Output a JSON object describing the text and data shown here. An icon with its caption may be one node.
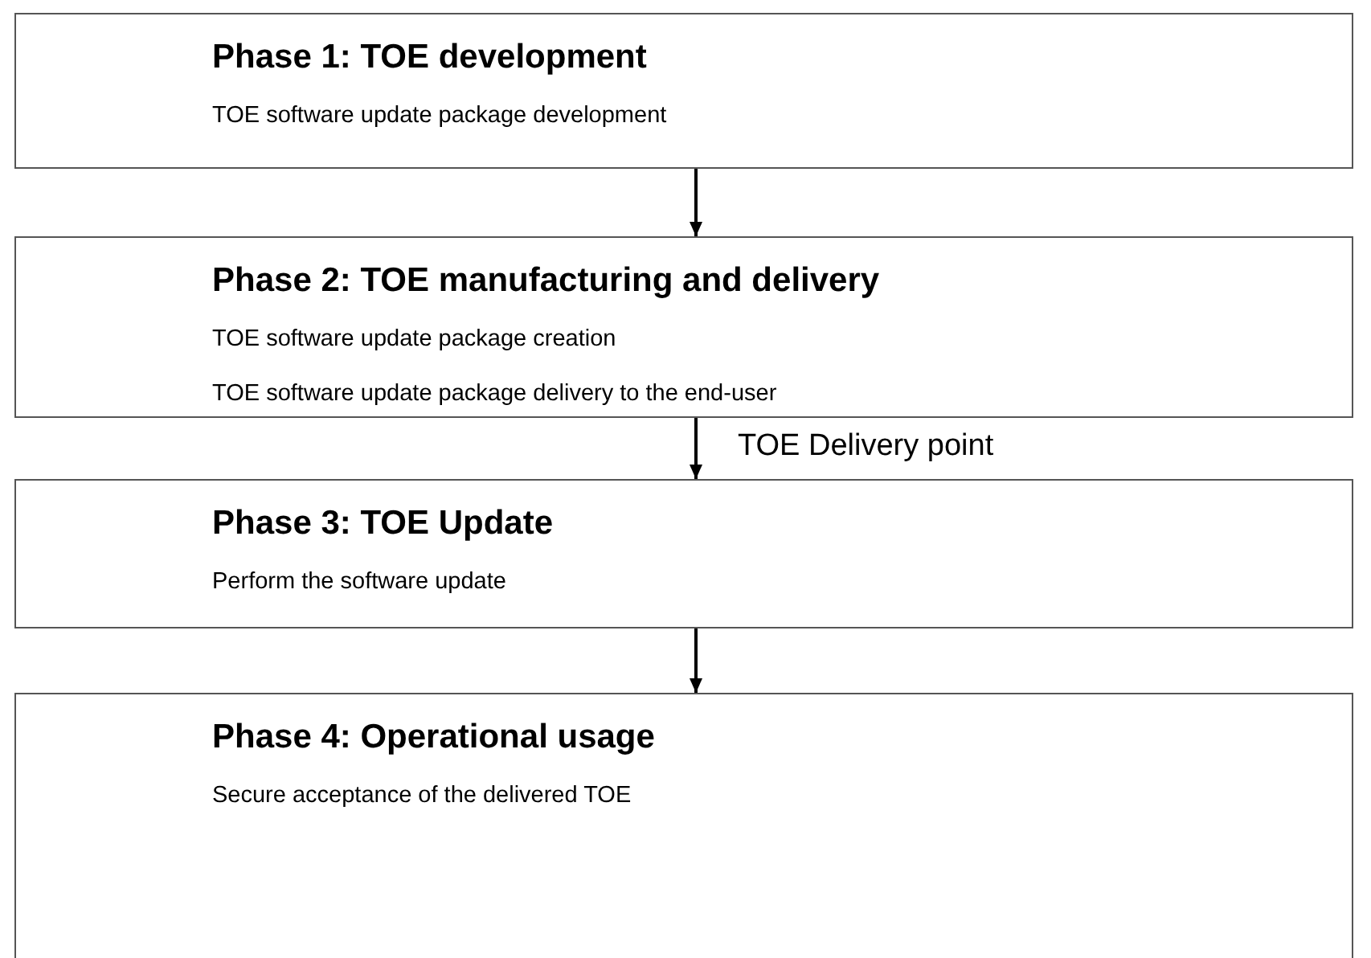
{
  "diagram": {
    "nodes": [
      {
        "text": [
          "Phase 1: TOE development",
          "TOE software update package development"
        ]
      },
      {
        "text": [
          "Phase 2: TOE manufacturing and delivery",
          "TOE software update package creation",
          "TOE software update package delivery to the end-user"
        ]
      },
      {
        "text": [
          "Phase 3: TOE Update",
          "Perform the software update"
        ]
      },
      {
        "text": [
          "Phase 4: Operational usage",
          "Secure acceptance of the delivered TOE"
        ]
      }
    ],
    "edges": [
      {
        "from": 0,
        "to": 1,
        "arrow": "to"
      },
      {
        "from": 1,
        "to": 2,
        "arrow": "to",
        "label": "TOE Delivery point"
      },
      {
        "from": 2,
        "to": 3,
        "arrow": "to"
      }
    ]
  }
}
